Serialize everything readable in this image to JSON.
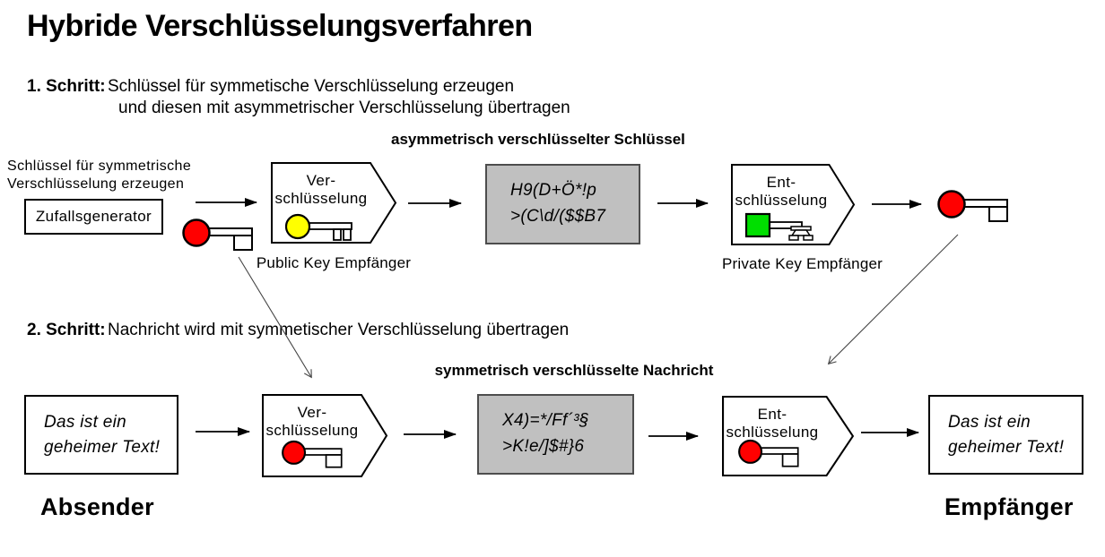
{
  "title": "Hybride Verschlüsselungsverfahren",
  "steps": {
    "step1": {
      "label": "1. Schritt:",
      "line1": "Schlüssel für symmetische Verschlüsselung erzeugen",
      "line2": "und diesen mit asymmetrischer Verschlüsselung übertragen"
    },
    "step2": {
      "label": "2. Schritt:",
      "line1": "Nachricht wird mit symmetischer Verschlüsselung übertragen"
    }
  },
  "flow1": {
    "note_line1": "Schlüssel für symmetrische",
    "note_line2": "Verschlüsselung erzeugen",
    "generator_box": "Zufallsgenerator",
    "encrypt_box": {
      "line1": "Ver-",
      "line2": "schlüsselung",
      "caption": "Public Key Empfänger"
    },
    "cipher_label": "asymmetrisch verschlüsselter Schlüssel",
    "cipher_box": {
      "line1": "H9(D+Ö*!p",
      "line2": ">(C\\d/($$B7"
    },
    "decrypt_box": {
      "line1": "Ent-",
      "line2": "schlüsselung",
      "caption": "Private Key Empfänger"
    }
  },
  "flow2": {
    "plain_box_sender": {
      "line1": "Das ist ein",
      "line2": "geheimer Text!"
    },
    "encrypt_box": {
      "line1": "Ver-",
      "line2": "schlüsselung"
    },
    "cipher_label": "symmetrisch verschlüsselte Nachricht",
    "cipher_box": {
      "line1": "X4)=*/Ff´³§",
      "line2": ">K!e/]$#}6"
    },
    "decrypt_box": {
      "line1": "Ent-",
      "line2": "schlüsselung"
    },
    "plain_box_receiver": {
      "line1": "Das ist ein",
      "line2": "geheimer Text!"
    },
    "sender_label": "Absender",
    "receiver_label": "Empfänger"
  },
  "colors": {
    "red_key": "#ff0000",
    "yellow_key": "#ffff00",
    "green_key": "#00df00",
    "cipher_bg": "#c0c0c0"
  }
}
